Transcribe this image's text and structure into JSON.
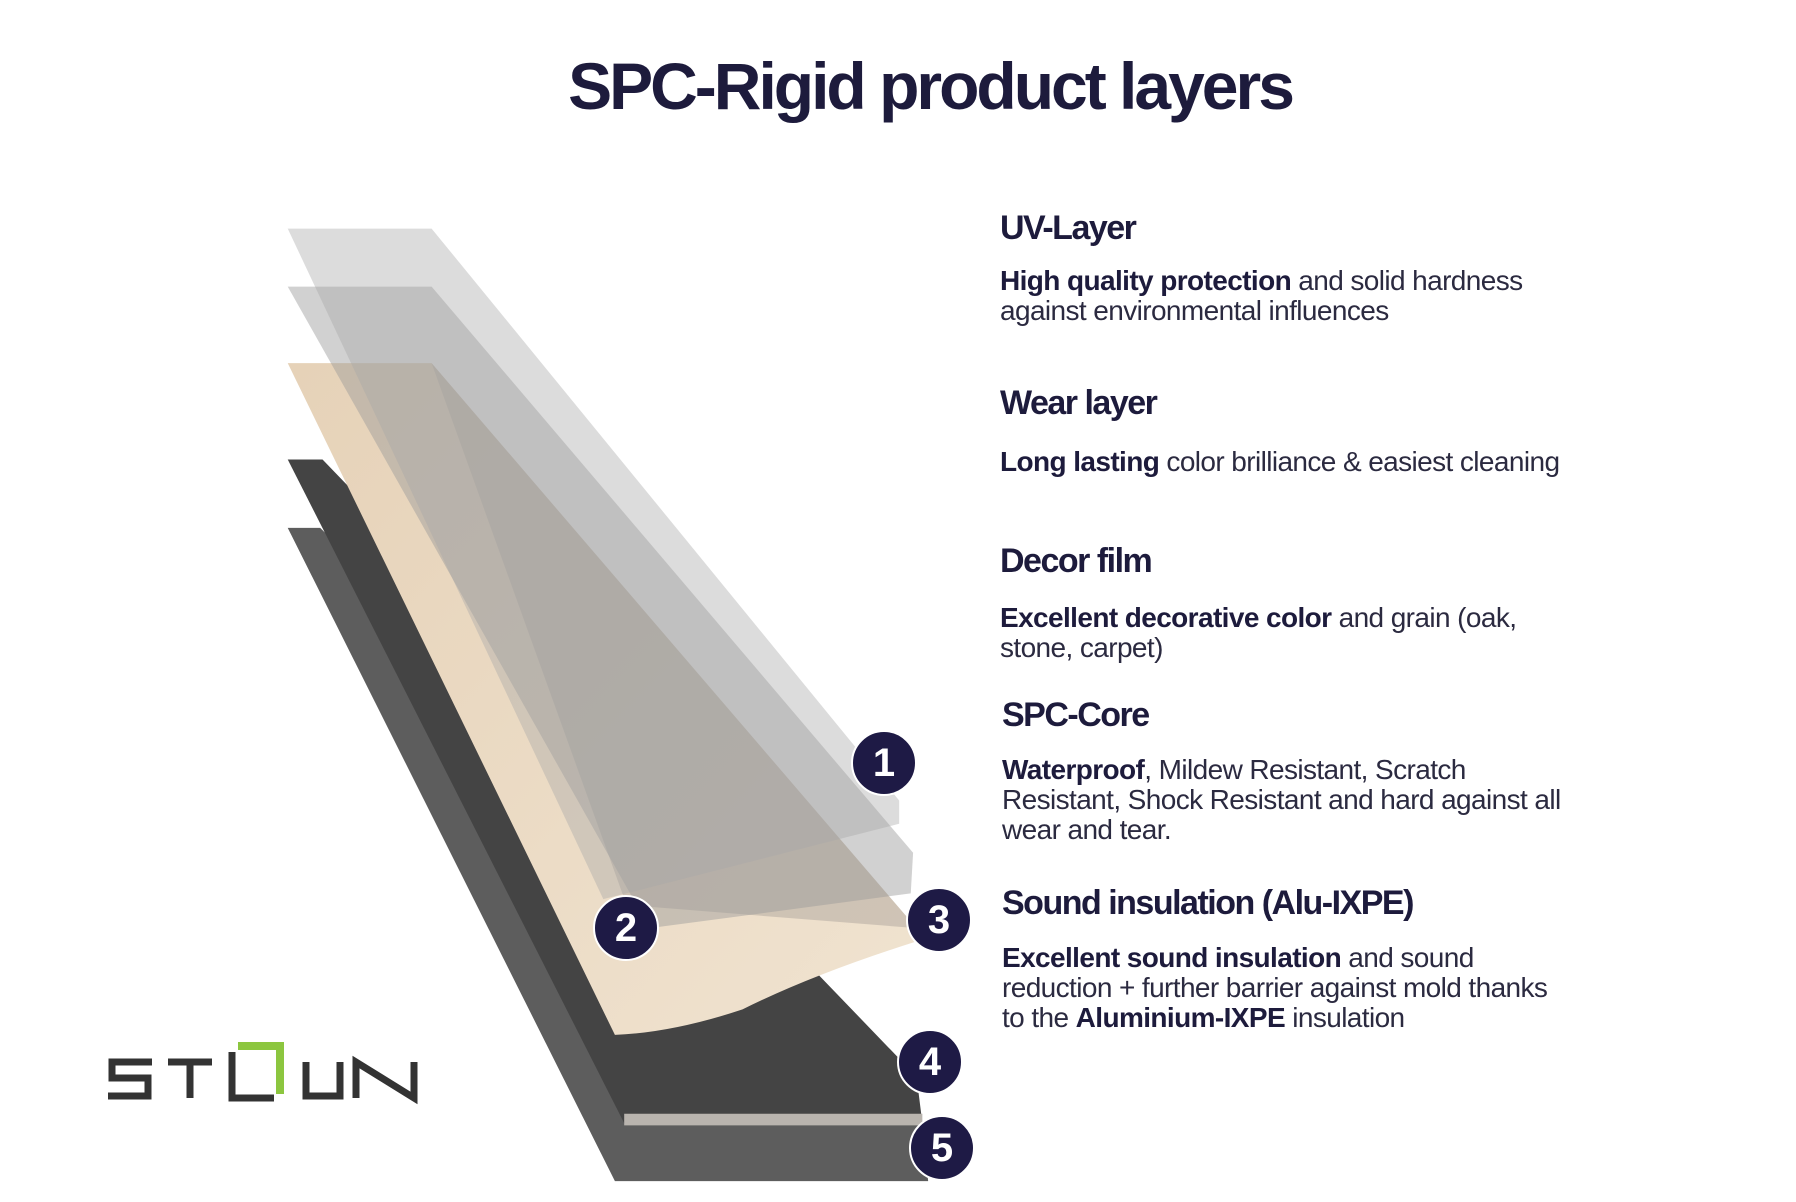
{
  "title": "SPC-Rigid product layers",
  "layers": [
    {
      "number": "1",
      "heading": "UV-Layer",
      "bold": "High quality protection",
      "text": " and solid hardness against environmental influences",
      "bold2": "",
      "text2": ""
    },
    {
      "number": "2",
      "heading": "Wear layer",
      "bold": "Long lasting",
      "text": " color brilliance & easiest cleaning",
      "bold2": "",
      "text2": ""
    },
    {
      "number": "3",
      "heading": "Decor film",
      "bold": "Excellent decorative color",
      "text": " and grain (oak, stone, carpet)",
      "bold2": "",
      "text2": ""
    },
    {
      "number": "4",
      "heading": "SPC-Core",
      "bold": "Waterproof",
      "text": ", Mildew Resistant, Scratch Resistant, Shock Resistant and hard against all wear and tear.",
      "bold2": "",
      "text2": ""
    },
    {
      "number": "5",
      "heading": "Sound insulation (Alu-IXPE)",
      "bold": "Excellent sound insulation",
      "text": " and sound reduction + further barrier against mold thanks to the ",
      "bold2": "Aluminium-IXPE",
      "text2": " insulation"
    }
  ],
  "logo": {
    "text": "STOUN",
    "accent_color": "#8cc63f",
    "color": "#333333"
  },
  "colors": {
    "navy": "#1d1b3c",
    "badge": "#1e1a45"
  }
}
